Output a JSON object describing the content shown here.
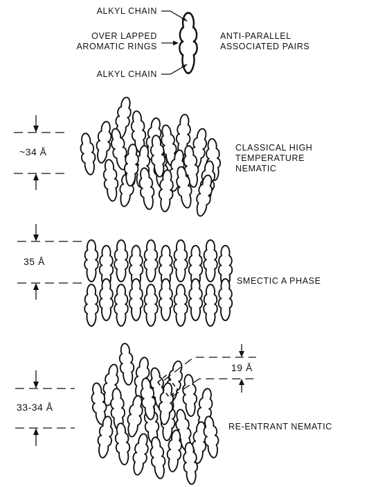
{
  "legend": {
    "alkyl_chain_top": "ALKYL CHAIN",
    "overlapped_line1": "OVER LAPPED",
    "overlapped_line2": "AROMATIC RINGS",
    "alkyl_chain_bottom": "ALKYL CHAIN",
    "pairs_line1": "ANTI-PARALLEL",
    "pairs_line2": "ASSOCIATED PAIRS"
  },
  "phases": [
    {
      "name_line1": "CLASSICAL HIGH",
      "name_line2": "TEMPERATURE",
      "name_line3": "NEMATIC",
      "spacing": "~34 Å"
    },
    {
      "name_line1": "SMECTIC A PHASE",
      "spacing": "35 Å"
    },
    {
      "name_line1": "RE-ENTRANT NEMATIC",
      "spacing": "33-34 Å",
      "inner_spacing": "19 Å"
    }
  ],
  "colors": {
    "ink": "#111111",
    "background": "#ffffff"
  }
}
